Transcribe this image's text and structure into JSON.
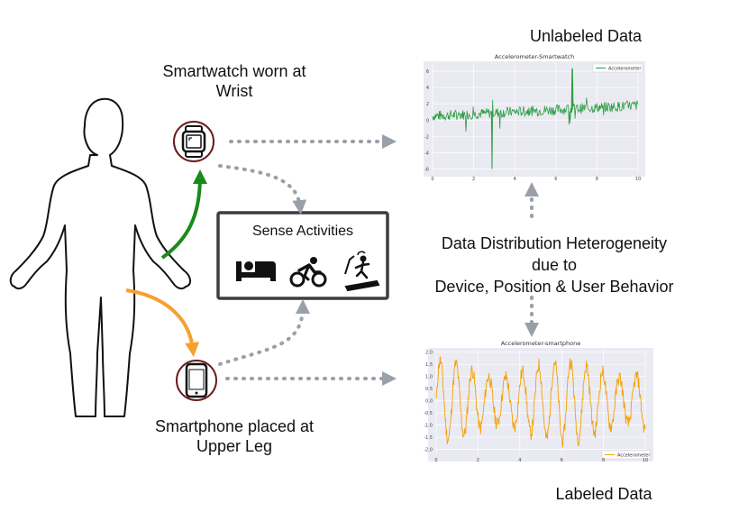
{
  "labels": {
    "smartwatch_line1": "Smartwatch worn at",
    "smartwatch_line2": "Wrist",
    "smartphone_line1": "Smartphone placed at",
    "smartphone_line2": "Upper Leg",
    "sense_activities": "Sense Activities",
    "unlabeled_data": "Unlabeled Data",
    "labeled_data": "Labeled Data",
    "heterogeneity_line1": "Data Distribution Heterogeneity",
    "heterogeneity_line2": "due to",
    "heterogeneity_line3": "Device, Position & User Behavior"
  },
  "icons": [
    "smartwatch-icon",
    "smartphone-icon",
    "bed-icon",
    "cycling-icon",
    "treadmill-icon",
    "human-body-icon"
  ],
  "colors": {
    "watch_arrow": "#1a8a1a",
    "phone_arrow": "#f5a030",
    "dotted": "#9aa0a8",
    "watch_series": "#2e9e44",
    "phone_series": "#f5a000",
    "icon_ring": "#6b1b1b"
  },
  "chart_data": [
    {
      "type": "line",
      "title": "Accelerometer-Smartwatch",
      "series": [
        {
          "name": "Accelerometer"
        }
      ],
      "xlim": [
        0,
        10
      ],
      "ylim": [
        -6.5,
        7
      ],
      "xticks": [
        "0",
        "2",
        "4",
        "6",
        "8",
        "10"
      ],
      "yticks": [
        "6",
        "4",
        "2",
        "0",
        "-2",
        "-4",
        "-6"
      ],
      "spikes": [
        {
          "x": 2.9,
          "y": -6.0
        },
        {
          "x": 6.8,
          "y": 6.3
        }
      ],
      "grid": true,
      "legend": "top-right"
    },
    {
      "type": "line",
      "title": "Accelerometer-smartphone",
      "series": [
        {
          "name": "Accelerometer"
        }
      ],
      "xlim": [
        0,
        10
      ],
      "ylim": [
        -2.2,
        2.1
      ],
      "xticks": [
        "0",
        "2",
        "4",
        "6",
        "8",
        "10"
      ],
      "yticks": [
        "2.0",
        "1.5",
        "1.0",
        "0.5",
        "0.0",
        "-0.5",
        "-1.0",
        "-1.5",
        "-2.0"
      ],
      "grid": true,
      "legend": "bottom-right"
    }
  ]
}
